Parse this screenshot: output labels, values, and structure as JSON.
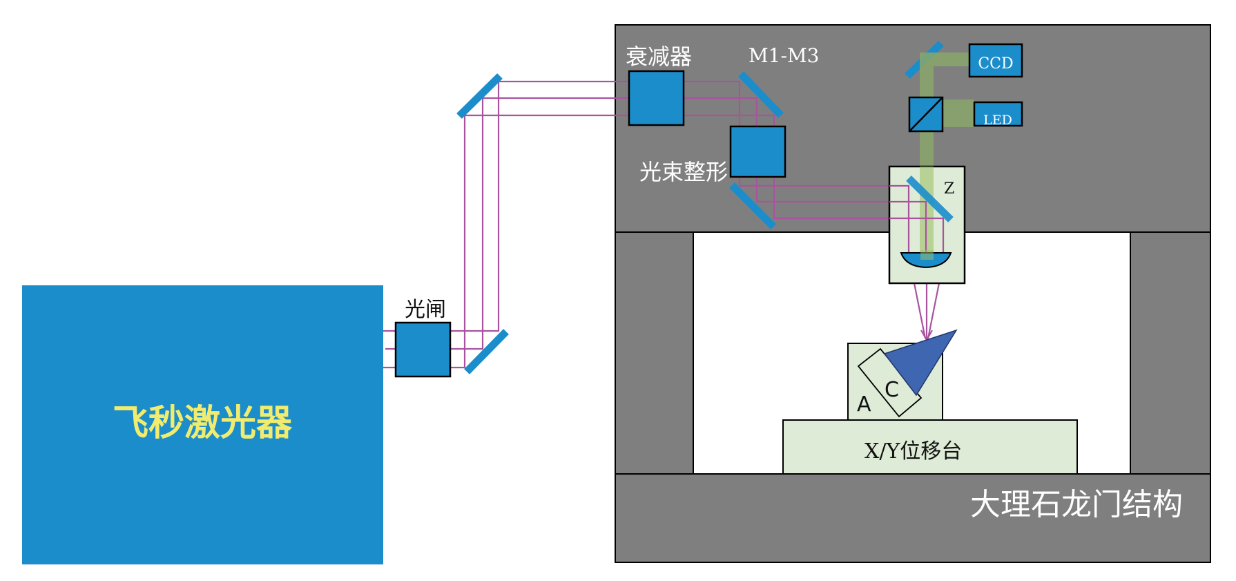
{
  "title": "Femtosecond laser micromachining system schematic",
  "labels": {
    "laser": "飞秒激光器",
    "shutter": "光闸",
    "attenuator": "衰减器",
    "mirrors": "M1-M3",
    "beam_shaper": "光束整形",
    "ccd": "CCD",
    "led": "LED",
    "z_axis": "Z",
    "sample_a": "A",
    "sample_c": "C",
    "stage": "X/Y位移台",
    "gantry": "大理石龙门结构"
  },
  "colors": {
    "component_blue": "#1c8dcb",
    "laser_text": "#f2ec6e",
    "frame_gray": "#7f7f7f",
    "beam_magenta": "#a9539f",
    "imaging_green": "#9fc26a",
    "stage_green": "#deebd6",
    "workpiece_blue": "#3f67b1"
  }
}
